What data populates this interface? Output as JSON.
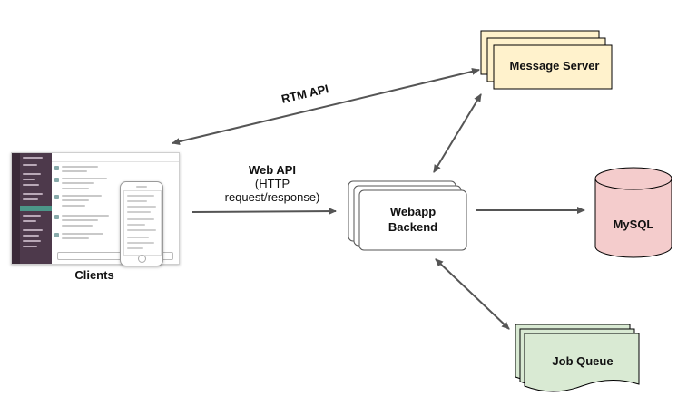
{
  "nodes": {
    "clients": "Clients",
    "message_server": "Message Server",
    "webapp_backend": [
      "Webapp",
      "Backend"
    ],
    "mysql": "MySQL",
    "job_queue": "Job Queue"
  },
  "edges": {
    "rtm_api": "RTM API",
    "web_api": [
      "Web API",
      "(HTTP",
      "request/response)"
    ]
  },
  "colors": {
    "message_server_fill": "#fff2cc",
    "webapp_fill": "#ffffff",
    "mysql_fill": "#f4cccc",
    "job_queue_fill": "#d9ead3",
    "arrow": "#555555",
    "stroke": "#000000",
    "client_sidebar": "#4d394b"
  }
}
